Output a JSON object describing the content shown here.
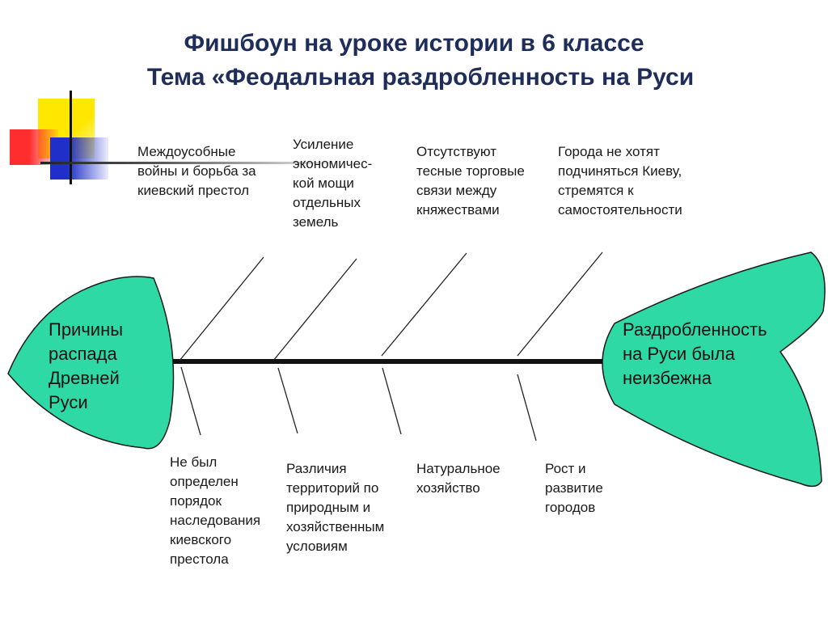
{
  "title": {
    "line1": "Фишбоун на уроке истории в 6 классе",
    "line2": "Тема «Феодальная раздробленность на Руси"
  },
  "head": {
    "text": "Причины\nраспада\nДревней\nРуси"
  },
  "tail": {
    "text": "Раздробленность\nна Руси была\nнеизбежна"
  },
  "upper_bones": [
    {
      "text": "Междоусобные\nвойны и борьба за\nкиевский престол"
    },
    {
      "text": "Усиление\nэкономичес-\nкой мощи\nотдельных\nземель"
    },
    {
      "text": "Отсутствуют\nтесные торговые\nсвязи между\nкняжествами"
    },
    {
      "text": "Города не хотят\nподчиняться Киеву,\nстремятся к\nсамостоятельности"
    }
  ],
  "lower_bones": [
    {
      "text": "Не был\nопределен\nпорядок\nнаследования\nкиевского\nпрестола"
    },
    {
      "text": "Различия\nтерриторий по\nприродным и\nхозяйственным\nусловиям"
    },
    {
      "text": "Натуральное\nхозяйство"
    },
    {
      "text": "Рост и\nразвитие\nгородов"
    }
  ],
  "colors": {
    "title": "#1f2d5a",
    "fish_fill": "#2ed9a6",
    "deco_yellow": "#ffe700",
    "deco_red": "#ff3b3b",
    "deco_blue": "#2233cc"
  }
}
